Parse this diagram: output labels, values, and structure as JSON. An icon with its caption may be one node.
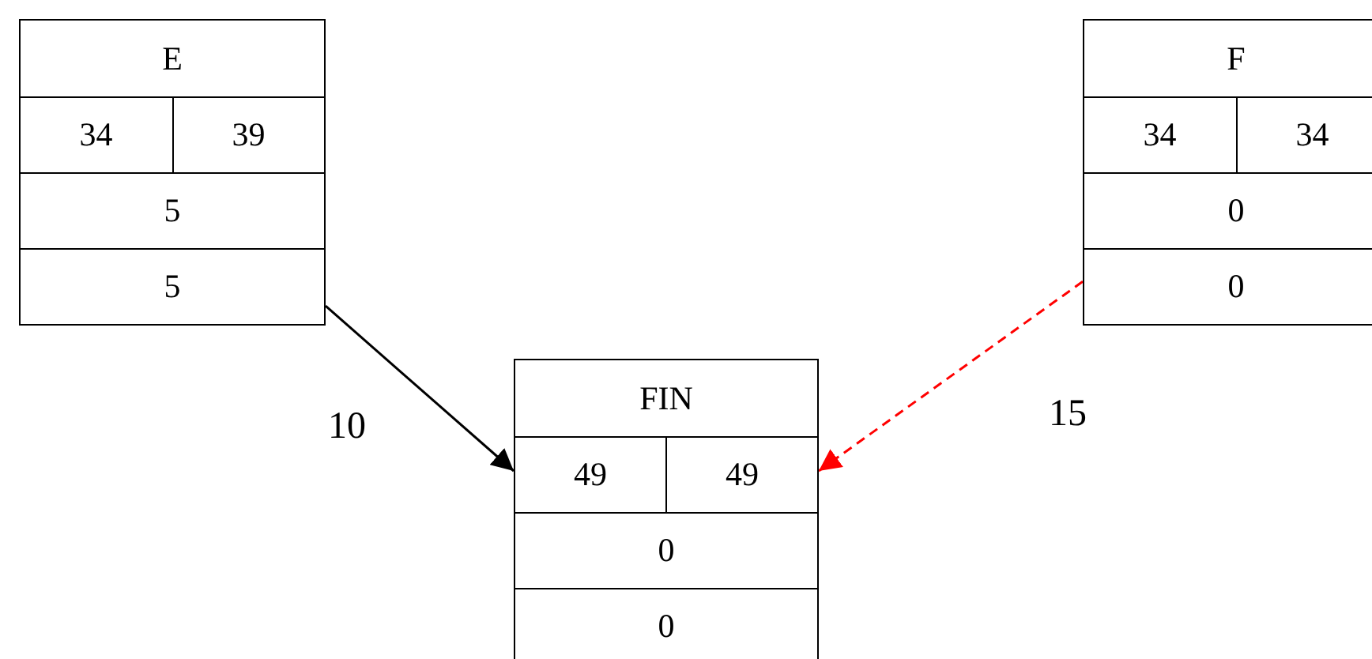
{
  "diagram": {
    "nodes": [
      {
        "text": [
          "E",
          "34",
          "39",
          "5",
          "5"
        ]
      },
      {
        "text": [
          "F",
          "34",
          "34",
          "0",
          "0"
        ]
      },
      {
        "text": [
          "FIN",
          "49",
          "49",
          "0",
          "0"
        ]
      }
    ],
    "edges": [
      {
        "from": 0,
        "to": 2,
        "arrow": "to",
        "label": "10"
      },
      {
        "from": 1,
        "to": 2,
        "arrow": "to",
        "label": "15",
        "style": "dashed",
        "color": "#ff0000"
      }
    ]
  }
}
